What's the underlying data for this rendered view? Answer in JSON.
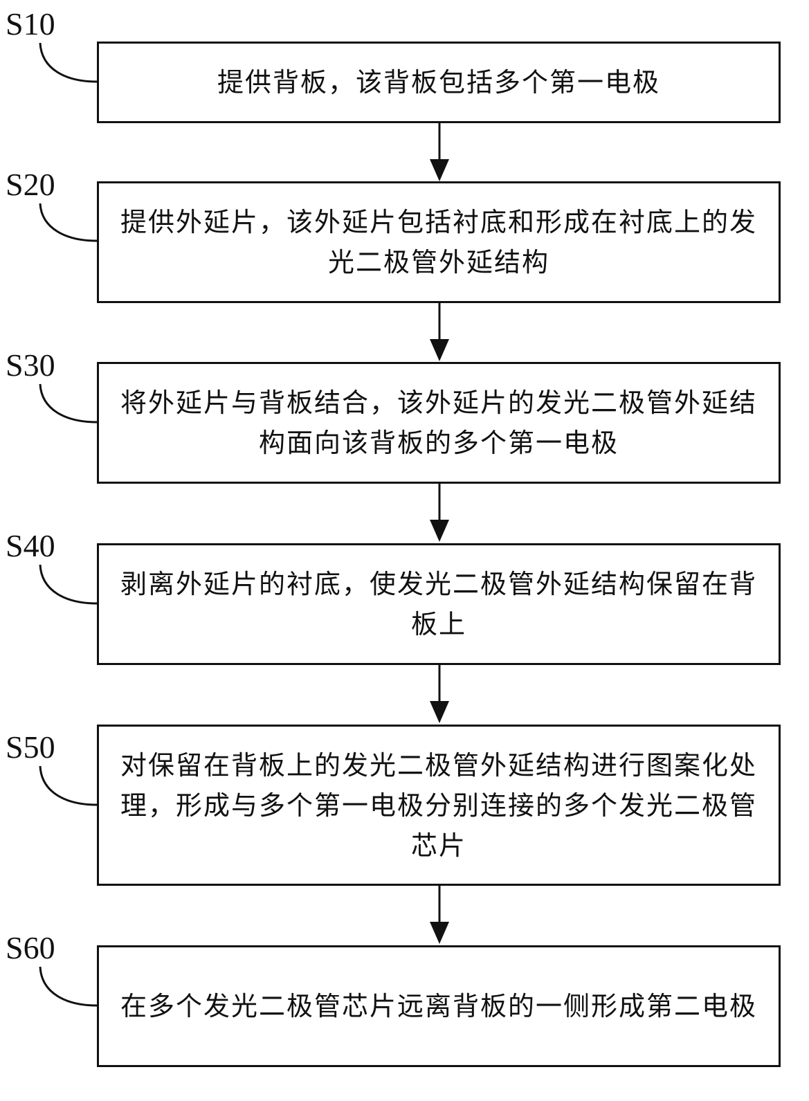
{
  "steps": [
    {
      "id": "S10",
      "text": "提供背板，该背板包括多个第一电极"
    },
    {
      "id": "S20",
      "text": "提供外延片，该外延片包括衬底和形成在衬底上的发光二极管外延结构"
    },
    {
      "id": "S30",
      "text": "将外延片与背板结合，该外延片的发光二极管外延结构面向该背板的多个第一电极"
    },
    {
      "id": "S40",
      "text": "剥离外延片的衬底，使发光二极管外延结构保留在背板上"
    },
    {
      "id": "S50",
      "text": "对保留在背板上的发光二极管外延结构进行图案化处理，形成与多个第一电极分别连接的多个发光二极管芯片"
    },
    {
      "id": "S60",
      "text": "在多个发光二极管芯片远离背板的一侧形成第二电极"
    }
  ]
}
